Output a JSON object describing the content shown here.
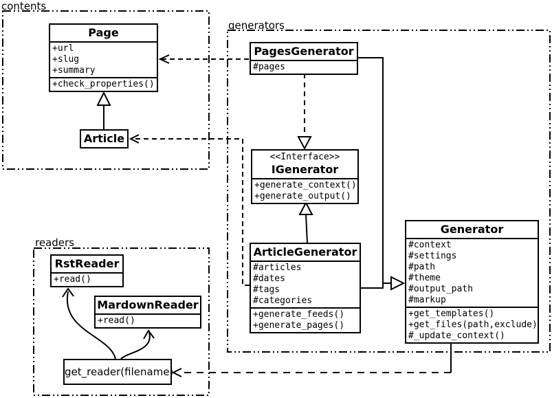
{
  "packages": {
    "contents": {
      "label": "contents"
    },
    "generators": {
      "label": "generators"
    },
    "readers": {
      "label": "readers"
    }
  },
  "classes": {
    "page": {
      "name": "Page",
      "attributes": [
        "+url",
        "+slug",
        "+summary"
      ],
      "methods": [
        "+check_properties()"
      ]
    },
    "article": {
      "name": "Article"
    },
    "pages_generator": {
      "name": "PagesGenerator",
      "attributes": [
        "#pages"
      ]
    },
    "igenerator": {
      "stereotype": "<<Interface>>",
      "name": "IGenerator",
      "methods": [
        "+generate_context()",
        "+generate_output()"
      ]
    },
    "article_generator": {
      "name": "ArticleGenerator",
      "attributes": [
        "#articles",
        "#dates",
        "#tags",
        "#categories"
      ],
      "methods": [
        "+generate_feeds()",
        "+generate_pages()"
      ]
    },
    "generator": {
      "name": "Generator",
      "attributes": [
        "#context",
        "#settings",
        "#path",
        "#theme",
        "#output_path",
        "#markup"
      ],
      "methods": [
        "+get_templates()",
        "+get_files(path,exclude)",
        "#_update_context()"
      ]
    },
    "rst_reader": {
      "name": "RstReader",
      "methods": [
        "+read()"
      ]
    },
    "mardown_reader": {
      "name": "MardownReader",
      "methods": [
        "+read()"
      ]
    },
    "get_reader": {
      "label": "get_reader(filename)"
    }
  },
  "relations": [
    {
      "type": "generalization",
      "from": "Article",
      "to": "Page"
    },
    {
      "type": "dependency",
      "from": "PagesGenerator",
      "to": "Page"
    },
    {
      "type": "dependency",
      "from": "ArticleGenerator",
      "to": "Article"
    },
    {
      "type": "realization",
      "from": "PagesGenerator",
      "to": "IGenerator"
    },
    {
      "type": "generalization",
      "from": "ArticleGenerator",
      "to": "IGenerator"
    },
    {
      "type": "generalization",
      "from": "PagesGenerator",
      "to": "Generator"
    },
    {
      "type": "generalization",
      "from": "ArticleGenerator",
      "to": "Generator"
    },
    {
      "type": "dependency",
      "from": "Generator",
      "to": "get_reader(filename)"
    },
    {
      "type": "uses",
      "from": "get_reader(filename)",
      "to": "RstReader"
    },
    {
      "type": "uses",
      "from": "get_reader(filename)",
      "to": "MardownReader"
    }
  ],
  "colors": {
    "line": "#000000",
    "background": "#ffffff",
    "box_fill": "#ffffff"
  }
}
